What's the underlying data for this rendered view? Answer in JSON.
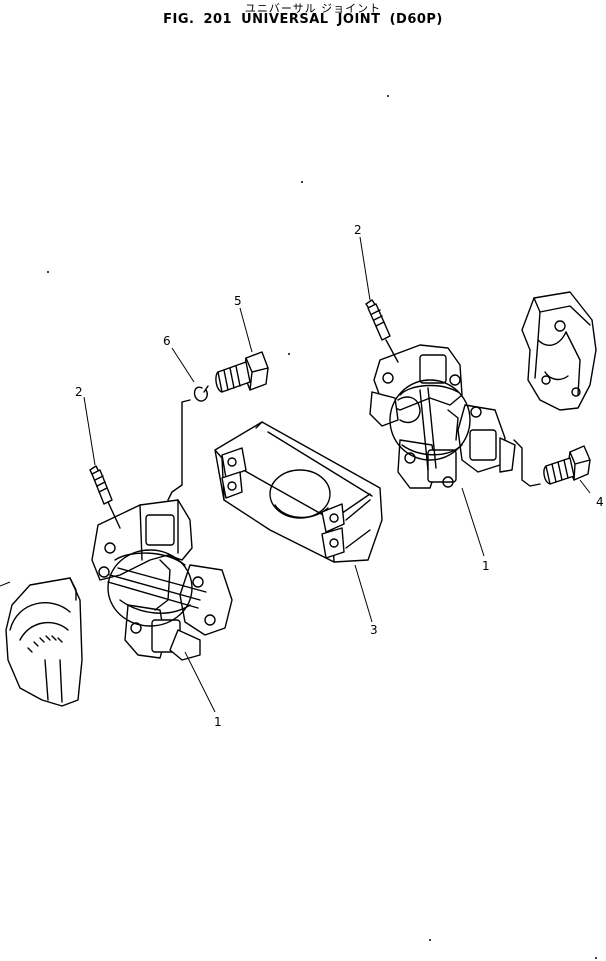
{
  "header": {
    "title_jp": "ユニバーサル ジョイント",
    "title_en": "FIG. 201  UNIVERSAL  JOINT  (D60P)"
  },
  "callouts": {
    "c1a": "1",
    "c1b": "1",
    "c2a": "2",
    "c2b": "2",
    "c3": "3",
    "c4": "4",
    "c5": "5",
    "c6": "6"
  }
}
